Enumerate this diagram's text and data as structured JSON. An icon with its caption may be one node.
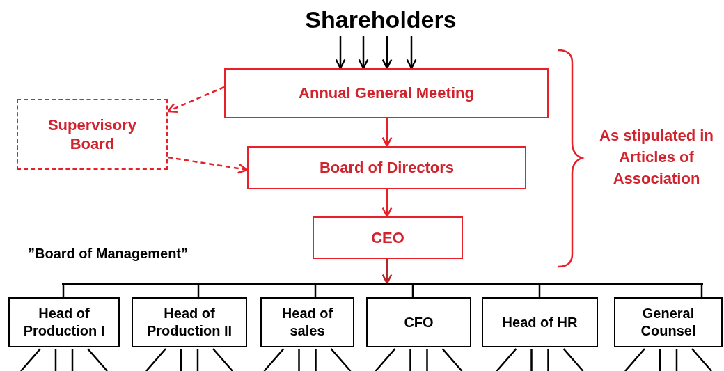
{
  "diagram": {
    "nodes": [
      {
        "text": [
          "Shareholders"
        ]
      },
      {
        "text": [
          "Annual General Meeting"
        ]
      },
      {
        "text": [
          "Supervisory Board"
        ]
      },
      {
        "text": [
          "Board of Directors"
        ]
      },
      {
        "text": [
          "CEO"
        ]
      },
      {
        "text": [],
        "shape": "bar"
      },
      {
        "text": [
          "Head of Production I"
        ]
      },
      {
        "text": [
          "Head of Production II"
        ]
      },
      {
        "text": [
          "Head of sales"
        ]
      },
      {
        "text": [
          "CFO"
        ]
      },
      {
        "text": [
          "Head  of HR"
        ]
      },
      {
        "text": [
          "General Counsel"
        ]
      }
    ],
    "edges": [
      {
        "from": 0,
        "to": 1,
        "arrow": "to"
      },
      {
        "from": 0,
        "to": 1,
        "arrow": "to"
      },
      {
        "from": 0,
        "to": 1,
        "arrow": "to"
      },
      {
        "from": 0,
        "to": 1,
        "arrow": "to"
      },
      {
        "from": 1,
        "to": 2,
        "arrow": "to",
        "style": "dashed",
        "color": "#e8202a"
      },
      {
        "from": 2,
        "to": 3,
        "arrow": "to",
        "style": "dashed",
        "color": "#e8202a"
      },
      {
        "from": 1,
        "to": 3,
        "arrow": "to",
        "color": "#e8202a"
      },
      {
        "from": 3,
        "to": 4,
        "arrow": "to",
        "color": "#e8202a"
      },
      {
        "from": 4,
        "to": 5,
        "arrow": "to",
        "color": "#b5262b"
      },
      {
        "from": 5,
        "to": 6,
        "arrow": "none"
      },
      {
        "from": 5,
        "to": 7,
        "arrow": "none"
      },
      {
        "from": 5,
        "to": 8,
        "arrow": "none"
      },
      {
        "from": 5,
        "to": 9,
        "arrow": "none"
      },
      {
        "from": 5,
        "to": 10,
        "arrow": "none"
      },
      {
        "from": 5,
        "to": 11,
        "arrow": "none"
      }
    ],
    "labels": [
      "As stipulated in Articles of Association",
      "”Board of Management”"
    ]
  }
}
